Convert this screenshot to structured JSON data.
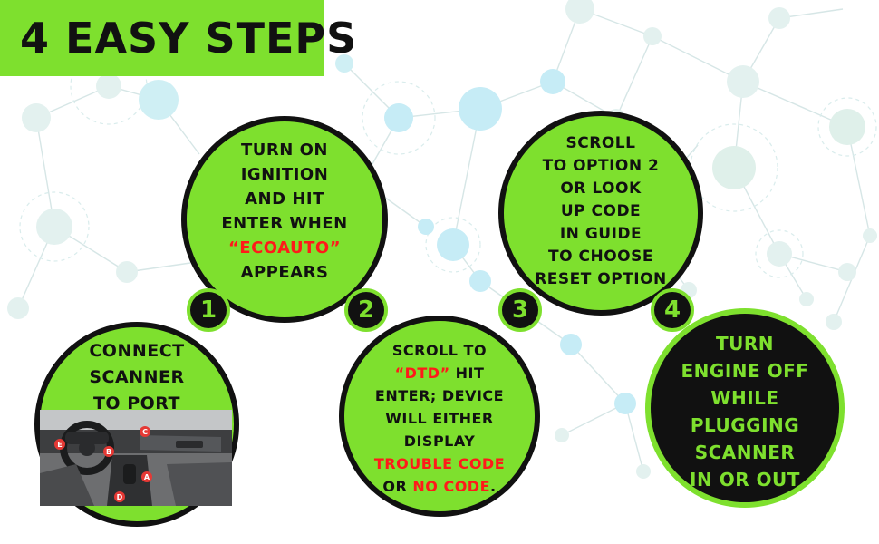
{
  "banner": {
    "title": "4 EASY STEPS"
  },
  "steps": [
    {
      "number": "1",
      "lines": [
        "CONNECT",
        "SCANNER",
        "TO PORT"
      ]
    },
    {
      "number": "2",
      "lines": [
        "TURN ON",
        "IGNITION",
        "AND HIT",
        "ENTER WHEN",
        "“ECOAUTO”",
        "APPEARS"
      ],
      "highlight": "“ECOAUTO”"
    },
    {
      "number": "3",
      "lines": [
        "SCROLL TO",
        "“DTD” HIT",
        "ENTER; DEVICE",
        "WILL EITHER",
        "DISPLAY",
        "TROUBLE CODE",
        "OR NO CODE."
      ]
    },
    {
      "number": "4",
      "lines": [
        "SCROLL",
        "TO OPTION 2",
        "OR LOOK",
        "UP CODE",
        "IN GUIDE",
        "TO CHOOSE",
        "RESET OPTION"
      ]
    },
    {
      "number": "",
      "lines": [
        "TURN",
        "ENGINE OFF",
        "WHILE",
        "PLUGGING",
        "SCANNER",
        "IN OR OUT"
      ]
    }
  ],
  "step2_parts": {
    "dtd_quote": "“DTD”",
    "hit": " HIT",
    "trouble_code": "TROUBLE CODE",
    "or": "OR ",
    "no_code": "NO CODE",
    "period": "."
  },
  "car_labels": [
    "A",
    "B",
    "C",
    "D",
    "E"
  ],
  "colors": {
    "green": "#7ee02e",
    "black": "#111111",
    "red": "#ff1a1a"
  }
}
